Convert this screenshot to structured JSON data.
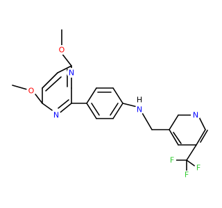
{
  "colors": {
    "background": "#ffffff",
    "bond": "#000000",
    "oxygen": "#ff0000",
    "nitrogen": "#0000ff",
    "fluorine": "#33cc33",
    "hydrogen": "#000000"
  },
  "atoms": {
    "o_top": "O",
    "o_left": "O",
    "n_pyrimidine_1": "N",
    "n_pyrimidine_2": "N",
    "n_amine": "N",
    "h_amine": "H",
    "n_pyridine": "N",
    "f_top": "F",
    "f_left": "F",
    "f_bottom": "F"
  }
}
